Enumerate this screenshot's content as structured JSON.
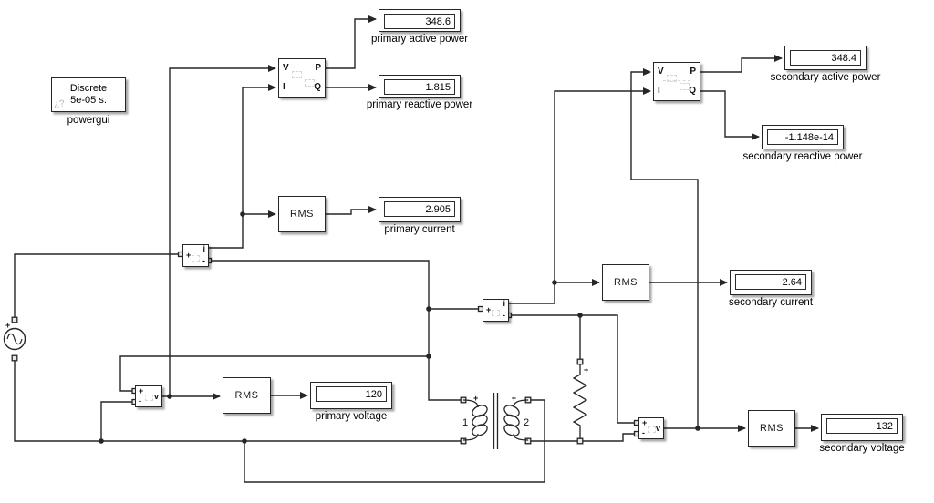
{
  "powergui": {
    "line1": "Discrete",
    "line2": "5e-05 s.",
    "icon": "¿?",
    "label": "powergui"
  },
  "labels": {
    "rms": "RMS"
  },
  "ports": {
    "V": "V",
    "I": "I",
    "P": "P",
    "Q": "Q",
    "plus": "+",
    "minus": "-",
    "current": "i",
    "voltage": "v"
  },
  "source": {
    "plus": "+"
  },
  "transformer": {
    "winding1": "1",
    "winding2": "2",
    "plus1": "+",
    "plus2": "+"
  },
  "resistor": {
    "plus": "+"
  },
  "displays": [
    {
      "value": "348.6",
      "label": "primary active power"
    },
    {
      "value": "1.815",
      "label": "primary reactive power"
    },
    {
      "value": "2.905",
      "label": "primary current"
    },
    {
      "value": "120",
      "label": "primary voltage"
    },
    {
      "value": "348.4",
      "label": "secondary active power"
    },
    {
      "value": "-1.148e-14",
      "label": "secondary reactive power"
    },
    {
      "value": "2.64",
      "label": "secondary current"
    },
    {
      "value": "132",
      "label": "secondary voltage"
    }
  ]
}
